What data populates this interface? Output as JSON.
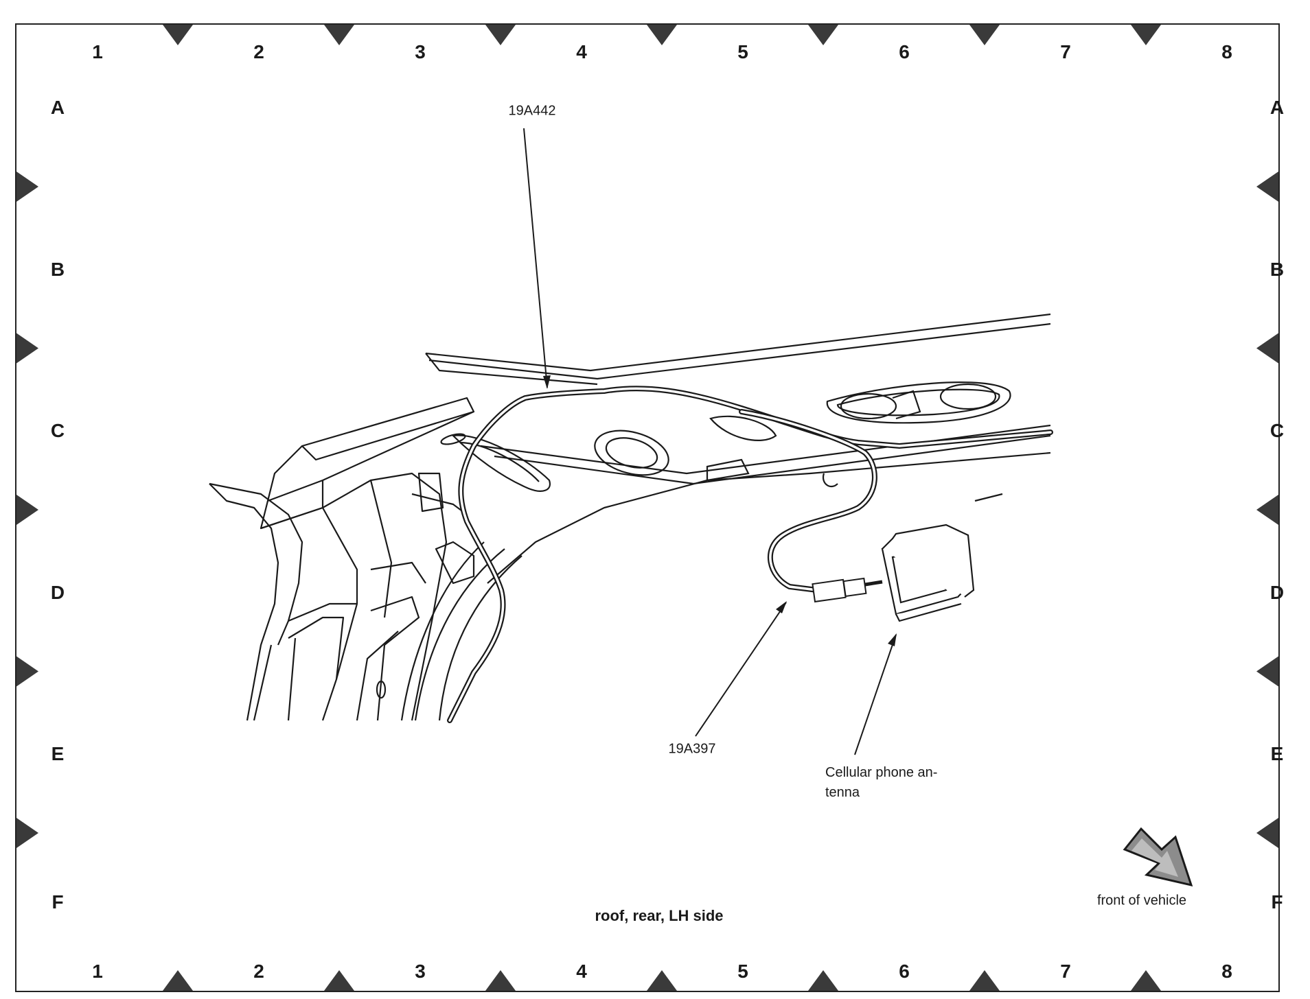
{
  "grid": {
    "columns": [
      "1",
      "2",
      "3",
      "4",
      "5",
      "6",
      "7",
      "8"
    ],
    "rows": [
      "A",
      "B",
      "C",
      "D",
      "E",
      "F"
    ]
  },
  "callouts": {
    "harness_upper": "19A442",
    "harness_lower": "19A397",
    "antenna_line1": "Cellular phone an-",
    "antenna_line2": "tenna"
  },
  "caption": "roof, rear, LH side",
  "front_indicator": {
    "label": "front of vehicle",
    "icon": "direction-arrow-icon"
  },
  "colors": {
    "line": "#1a1a1a",
    "marker": "#3a3a3a",
    "arrow_fill": "#8c8c8c"
  }
}
